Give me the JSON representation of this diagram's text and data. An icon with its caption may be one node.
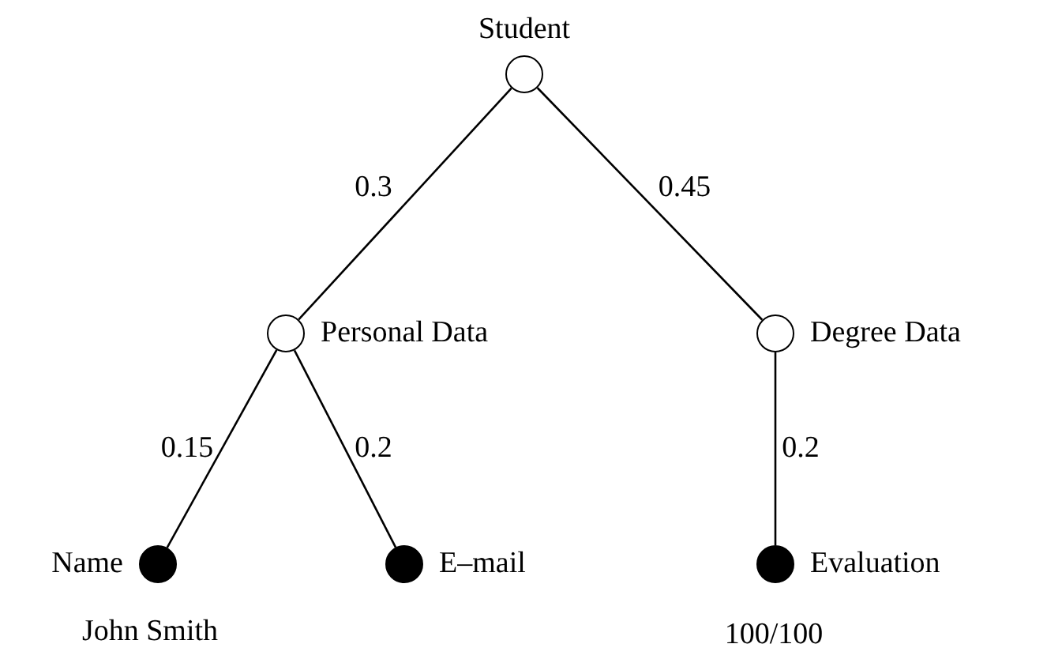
{
  "diagram": {
    "nodes": [
      {
        "text": [
          "Student"
        ]
      },
      {
        "text": [
          "Personal Data"
        ]
      },
      {
        "text": [
          "Degree Data"
        ]
      },
      {
        "text": [
          "Name"
        ],
        "beside": [
          "John Smith"
        ]
      },
      {
        "text": [
          "E–mail"
        ]
      },
      {
        "text": [
          "Evaluation"
        ],
        "beside": [
          "100/100"
        ]
      }
    ],
    "edges": [
      {
        "from": 0,
        "to": 1,
        "arrow": "none",
        "label": "0.3"
      },
      {
        "from": 0,
        "to": 2,
        "arrow": "none",
        "label": "0.45"
      },
      {
        "from": 1,
        "to": 3,
        "arrow": "none",
        "label": "0.15"
      },
      {
        "from": 1,
        "to": 4,
        "arrow": "none",
        "label": "0.2"
      },
      {
        "from": 2,
        "to": 5,
        "arrow": "none",
        "label": "0.2"
      }
    ]
  }
}
